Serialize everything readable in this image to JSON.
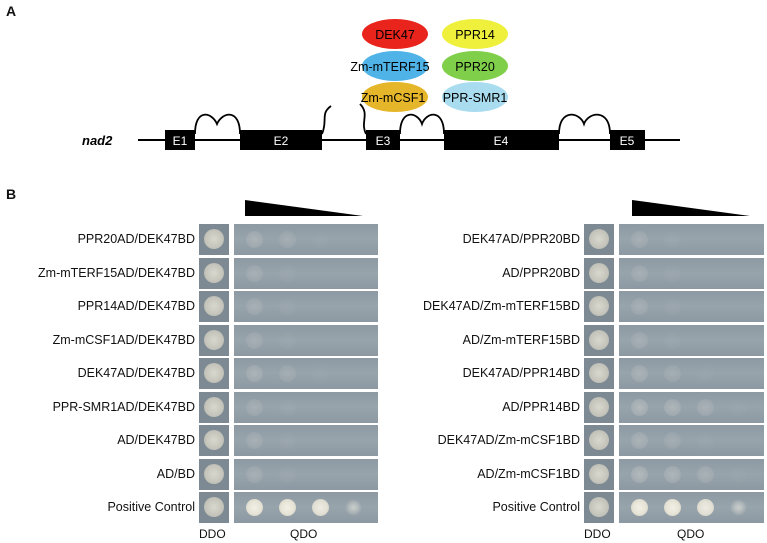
{
  "panel_a": {
    "label": "A",
    "gene": "nad2",
    "exons": [
      "E1",
      "E2",
      "E3",
      "E4",
      "E5"
    ],
    "proteins": [
      {
        "name": "DEK47",
        "color": "#e8241c"
      },
      {
        "name": "PPR14",
        "color": "#eef03c"
      },
      {
        "name": "Zm-mTERF15",
        "color": "#4fb3e8"
      },
      {
        "name": "PPR20",
        "color": "#7fcf4a"
      },
      {
        "name": "Zm-mCSF1",
        "color": "#e6b62a"
      },
      {
        "name": "PPR-SMR1",
        "color": "#a9dcef"
      }
    ]
  },
  "panel_b": {
    "label": "B",
    "left_rows": [
      {
        "label": "PPR20AD/DEK47BD",
        "growth": 2
      },
      {
        "label": "Zm-mTERF15AD/DEK47BD",
        "growth": 1
      },
      {
        "label": "PPR14AD/DEK47BD",
        "growth": 1
      },
      {
        "label": "Zm-mCSF1AD/DEK47BD",
        "growth": 1
      },
      {
        "label": "DEK47AD/DEK47BD",
        "growth": 2
      },
      {
        "label": "PPR-SMR1AD/DEK47BD",
        "growth": 1
      },
      {
        "label": "AD/DEK47BD",
        "growth": 1
      },
      {
        "label": "AD/BD",
        "growth": 1
      },
      {
        "label": "Positive Control",
        "growth": 4
      }
    ],
    "right_rows": [
      {
        "label": "DEK47AD/PPR20BD",
        "growth": 1
      },
      {
        "label": "AD/PPR20BD",
        "growth": 1
      },
      {
        "label": "DEK47AD/Zm-mTERF15BD",
        "growth": 1
      },
      {
        "label": "AD/Zm-mTERF15BD",
        "growth": 1
      },
      {
        "label": "DEK47AD/PPR14BD",
        "growth": 2
      },
      {
        "label": "AD/PPR14BD",
        "growth": 3
      },
      {
        "label": "DEK47AD/Zm-mCSF1BD",
        "growth": 2
      },
      {
        "label": "AD/Zm-mCSF1BD",
        "growth": 3
      },
      {
        "label": "Positive Control",
        "growth": 4
      }
    ],
    "ddo_label": "DDO",
    "qdo_label": "QDO"
  }
}
